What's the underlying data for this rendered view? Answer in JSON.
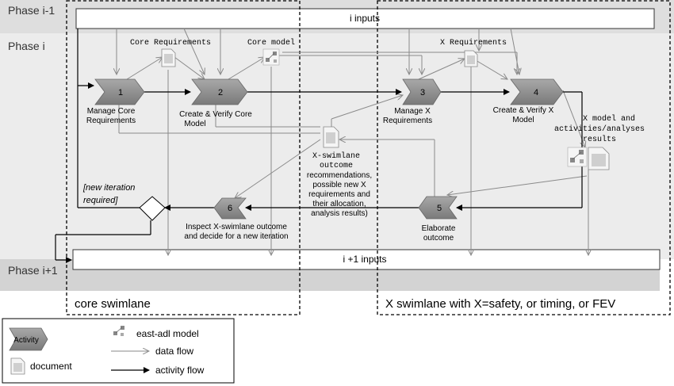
{
  "phases": {
    "prev": "Phase i-1",
    "current": "Phase i",
    "next": "Phase i+1"
  },
  "inputs": {
    "top": "i inputs",
    "bottom": "i +1 inputs"
  },
  "swimlanes": {
    "core": "core swimlane",
    "x": "X swimlane with X=safety, or timing, or FEV"
  },
  "activities": [
    {
      "num": "1",
      "label_lines": [
        "Manage Core",
        "Requirements"
      ]
    },
    {
      "num": "2",
      "label_lines": [
        "Create & Verify Core",
        "Model"
      ]
    },
    {
      "num": "3",
      "label_lines": [
        "Manage X",
        "Requirements"
      ]
    },
    {
      "num": "4",
      "label_lines": [
        "Create & Verify X",
        "Model"
      ]
    },
    {
      "num": "5",
      "label_lines": [
        "Elaborate",
        "outcome"
      ]
    },
    {
      "num": "6",
      "label_lines": [
        "Inspect X-swimlane outcome",
        "and decide for a new iteration"
      ]
    }
  ],
  "artifacts": {
    "core_requirements": "Core Requirements",
    "core_model": "Core model",
    "x_requirements": "X Requirements",
    "x_model_lines": [
      "X model and",
      "activities/analyses",
      "results"
    ],
    "x_outcome_lines": [
      "X-swimlane",
      "outcome"
    ],
    "x_outcome_detail_lines": [
      "recommendations,",
      "possible new X",
      "requirements and",
      "their allocation,",
      "analysis results)"
    ]
  },
  "decision": {
    "label_lines": [
      "[new iteration",
      "required]"
    ]
  },
  "legend": {
    "activity_chip": "Activity",
    "document": "document",
    "model": "east-adl model",
    "data_flow": "data flow",
    "activity_flow": "activity flow"
  },
  "colors": {
    "phase_band": "#d6d6d6",
    "phase_area": "#ececec",
    "activity_fill": "#8f8f8f",
    "data_flow_line": "#8a8a8a",
    "activity_flow_line": "#000000"
  }
}
